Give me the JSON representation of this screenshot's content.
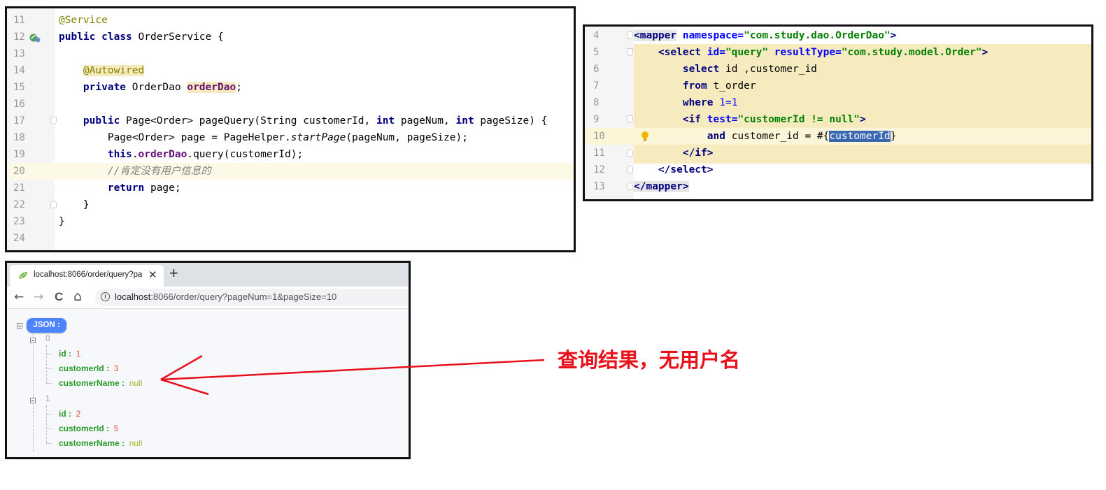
{
  "java_editor": {
    "lines": [
      {
        "n": "11"
      },
      {
        "n": "12"
      },
      {
        "n": "13"
      },
      {
        "n": "14"
      },
      {
        "n": "15"
      },
      {
        "n": "16"
      },
      {
        "n": "17"
      },
      {
        "n": "18"
      },
      {
        "n": "19"
      },
      {
        "n": "20"
      },
      {
        "n": "21"
      },
      {
        "n": "22"
      },
      {
        "n": "23"
      },
      {
        "n": "24"
      }
    ],
    "code": {
      "l11_ann": "@Service",
      "l12_kw1": "public",
      "l12_kw2": "class",
      "l12_rest": " OrderService {",
      "l14_ann": "@Autowired",
      "l15_kw": "private",
      "l15_type": " OrderDao ",
      "l15_field": "orderDao",
      "l15_end": ";",
      "l17_kw": "public",
      "l17_a": " Page<Order> pageQuery(String customerId, ",
      "l17_int1": "int",
      "l17_b": " pageNum, ",
      "l17_int2": "int",
      "l17_c": " pageSize) {",
      "l18_a": "Page<Order> page = PageHelper.",
      "l18_it": "startPage",
      "l18_b": "(pageNum, pageSize);",
      "l19_kw": "this",
      "l19_dot": ".",
      "l19_field": "orderDao",
      "l19_rest": ".query(customerId);",
      "l20_cmt": "//肯定没有用户信息的",
      "l21_kw": "return",
      "l21_rest": " page;",
      "l22": "}",
      "l23": "}"
    }
  },
  "xml_editor": {
    "lines": [
      {
        "n": "4"
      },
      {
        "n": "5"
      },
      {
        "n": "6"
      },
      {
        "n": "7"
      },
      {
        "n": "8"
      },
      {
        "n": "9"
      },
      {
        "n": "10"
      },
      {
        "n": "11"
      },
      {
        "n": "12"
      },
      {
        "n": "13"
      }
    ],
    "code": {
      "l4_open": "<mapper",
      "l4_attr": " namespace=",
      "l4_val": "\"com.study.dao.OrderDao\"",
      "l4_close": ">",
      "l5_open": "<select",
      "l5_attr1": " id=",
      "l5_val1": "\"query\"",
      "l5_attr2": " resultType=",
      "l5_val2": "\"com.study.model.Order\"",
      "l5_close": ">",
      "l6_kw": "select",
      "l6_rest": " id ,customer_id",
      "l7_kw": "from",
      "l7_rest": " t_order",
      "l8_kw": "where",
      "l8_num": " 1=1",
      "l9_open": "<if",
      "l9_attr": " test=",
      "l9_val": "\"customerId != null\"",
      "l9_close": ">",
      "l10_kw": "and",
      "l10_rest": " customer_id = #{",
      "l10_sel": "customerId",
      "l10_end": "}",
      "l11_tag": "</if>",
      "l12_tag": "</select>",
      "l13_tag": "</mapper>"
    }
  },
  "browser": {
    "tab_title": "localhost:8066/order/query?pa",
    "tab_close": "✕",
    "new_tab": "+",
    "nav": {
      "back": "←",
      "forward": "→",
      "reload": "C",
      "home": "⌂"
    },
    "info_icon_char": "i",
    "url_host": "localhost",
    "url_rest": ":8066/order/query?pageNum=1&pageSize=10",
    "json_badge": "JSON :",
    "items": [
      {
        "index": "0",
        "id_key": "id :",
        "id_val": "1",
        "cid_key": "customerId :",
        "cid_val": "3",
        "cname_key": "customerName :",
        "cname_val": "null"
      },
      {
        "index": "1",
        "id_key": "id :",
        "id_val": "2",
        "cid_key": "customerId :",
        "cid_val": "5",
        "cname_key": "customerName :",
        "cname_val": "null"
      }
    ]
  },
  "annotation": {
    "text": "查询结果，无用户名",
    "color": "#e8101a"
  }
}
